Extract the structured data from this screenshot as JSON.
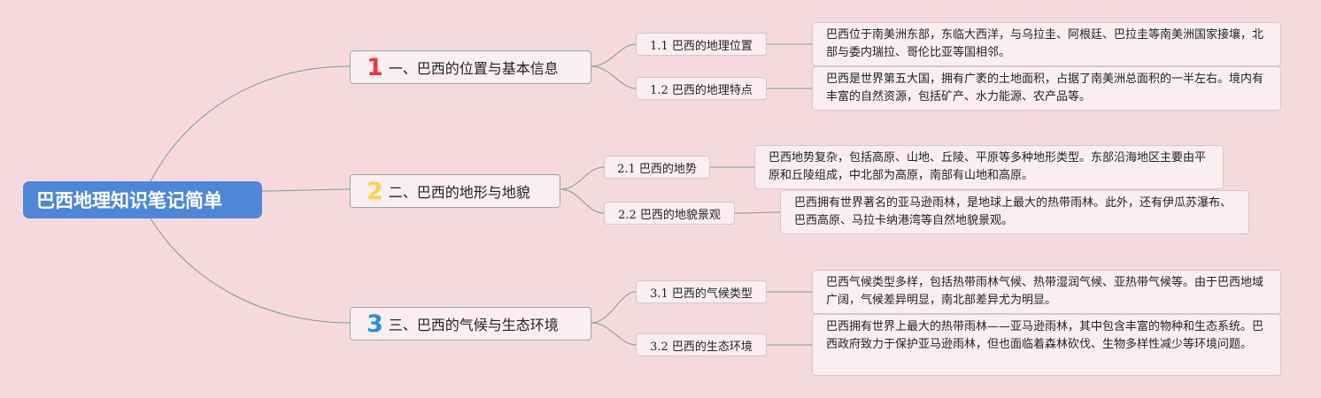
{
  "root": "巴西地理知识笔记简单",
  "colors": {
    "root_bg": "#4f87d6",
    "num1": "#e53945",
    "num2": "#f7d34a",
    "num3": "#2f8fd8",
    "line": "#7f9a93",
    "background": "#f5d9df"
  },
  "branches": [
    {
      "num": "1",
      "label": "一、巴西的位置与基本信息",
      "subs": [
        {
          "label": "1.1 巴西的地理位置",
          "detail": "巴西位于南美洲东部，东临大西洋，与乌拉圭、阿根廷、巴拉圭等南美洲国家接壤，北部与委内瑞拉、哥伦比亚等国相邻。"
        },
        {
          "label": "1.2 巴西的地理特点",
          "detail": "巴西是世界第五大国，拥有广袤的土地面积，占据了南美洲总面积的一半左右。境内有丰富的自然资源，包括矿产、水力能源、农产品等。"
        }
      ]
    },
    {
      "num": "2",
      "label": "二、巴西的地形与地貌",
      "subs": [
        {
          "label": "2.1 巴西的地势",
          "detail": "巴西地势复杂，包括高原、山地、丘陵、平原等多种地形类型。东部沿海地区主要由平原和丘陵组成，中北部为高原，南部有山地和高原。"
        },
        {
          "label": "2.2 巴西的地貌景观",
          "detail": "巴西拥有世界著名的亚马逊雨林，是地球上最大的热带雨林。此外，还有伊瓜苏瀑布、巴西高原、马拉卡纳港湾等自然地貌景观。"
        }
      ]
    },
    {
      "num": "3",
      "label": "三、巴西的气候与生态环境",
      "subs": [
        {
          "label": "3.1 巴西的气候类型",
          "detail": "巴西气候类型多样，包括热带雨林气候、热带湿润气候、亚热带气候等。由于巴西地域广阔，气候差异明显，南北部差异尤为明显。"
        },
        {
          "label": "3.2 巴西的生态环境",
          "detail": "巴西拥有世界上最大的热带雨林——亚马逊雨林，其中包含丰富的物种和生态系统。巴西政府致力于保护亚马逊雨林，但也面临着森林砍伐、生物多样性减少等环境问题。"
        }
      ]
    }
  ]
}
